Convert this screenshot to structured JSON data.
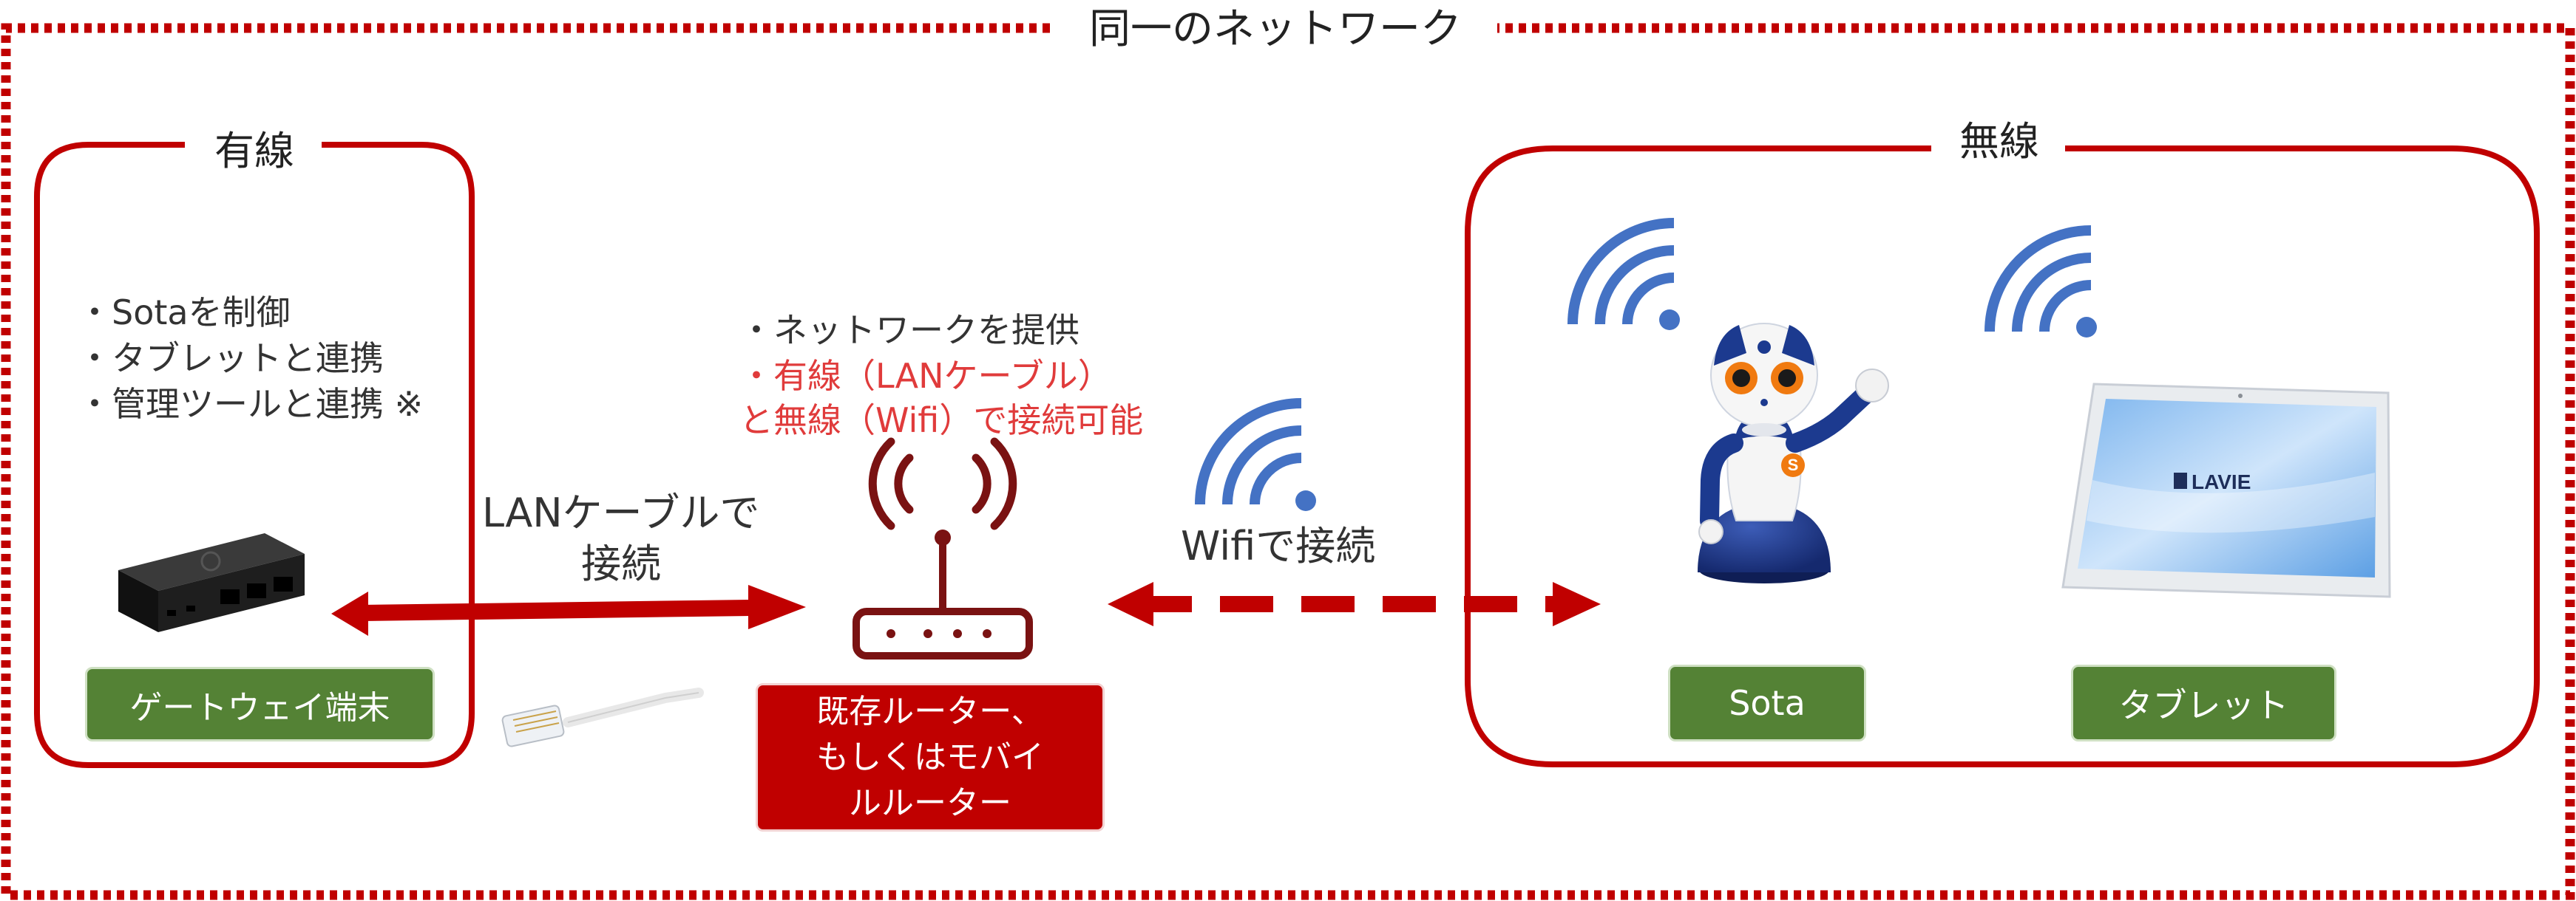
{
  "title": "同一のネットワーク",
  "wired": {
    "heading": "有線",
    "bullets": [
      "・Sotaを制御",
      "・タブレットと連携",
      "・管理ツールと連携 ※"
    ],
    "device_label": "ゲートウェイ端末"
  },
  "lan_link": {
    "line1": "LANケーブルで",
    "line2": "接続"
  },
  "router": {
    "note_line1": "・ネットワークを提供",
    "note_line2": "・有線（LANケーブル）",
    "note_line3": "と無線（Wifi）で接続可能",
    "label_line1": "既存ルーター、",
    "label_line2": "もしくはモバイ",
    "label_line3": "ルルーター"
  },
  "wifi_link": {
    "label": "Wifiで接続"
  },
  "wireless": {
    "heading": "無線",
    "robot_label": "Sota",
    "robot_chest_letter": "S",
    "tablet_label": "タブレット",
    "tablet_brand": "LAVIE"
  },
  "colors": {
    "frame_red": "#c00000",
    "text_red": "#e03b3b",
    "label_green": "#548235",
    "wifi_blue": "#4472c4",
    "text_dark": "#333333"
  }
}
